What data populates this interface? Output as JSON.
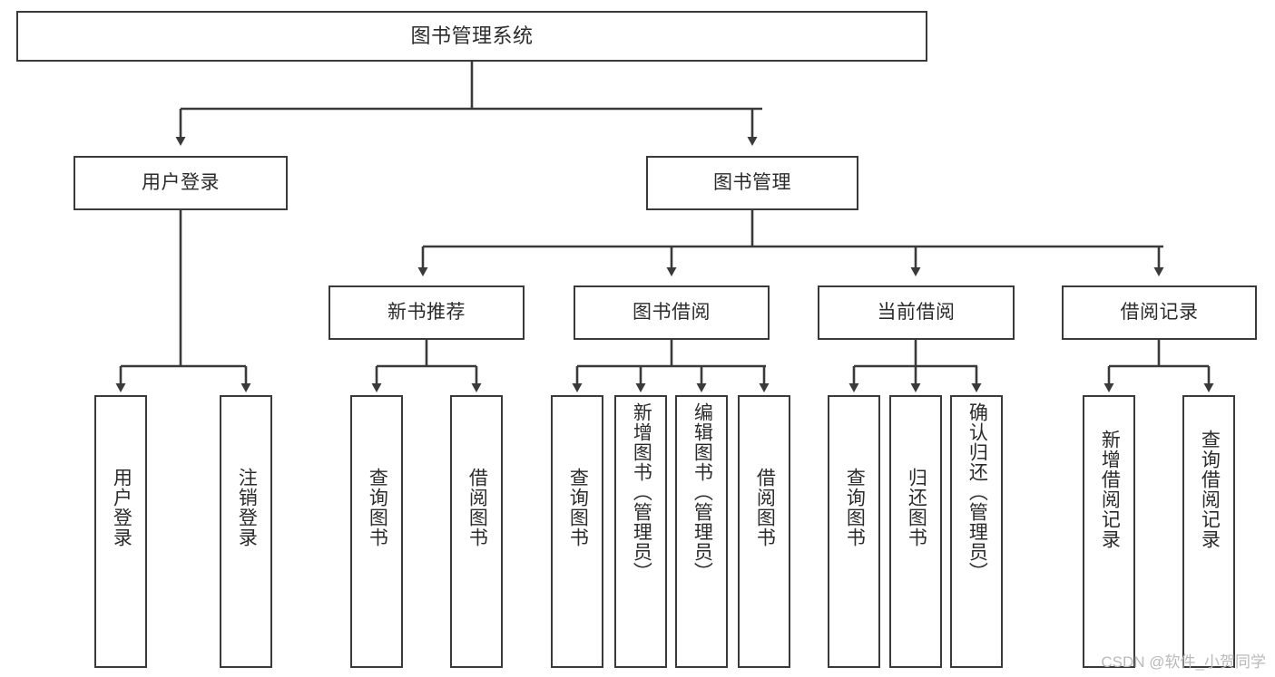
{
  "diagram": {
    "title": "图书管理系统",
    "watermark": "CSDN @软件_小贺同学",
    "colors": {
      "stroke": "#3a3a3a",
      "fill": "#ffffff",
      "text": "#2b2b2b",
      "watermark": "#b9b9b9"
    },
    "nodes": {
      "root": {
        "label": "图书管理系统"
      },
      "level2": [
        {
          "label": "用户登录"
        },
        {
          "label": "图书管理"
        }
      ],
      "level3": [
        {
          "label": "新书推荐"
        },
        {
          "label": "图书借阅"
        },
        {
          "label": "当前借阅"
        },
        {
          "label": "借阅记录"
        }
      ],
      "leaves": [
        {
          "label": "用户登录",
          "parent": "用户登录"
        },
        {
          "label": "注销登录",
          "parent": "用户登录"
        },
        {
          "label": "查询图书",
          "parent": "新书推荐"
        },
        {
          "label": "借阅图书",
          "parent": "新书推荐"
        },
        {
          "label": "查询图书",
          "parent": "图书借阅"
        },
        {
          "label": "新增图书（管理员）",
          "parent": "图书借阅"
        },
        {
          "label": "编辑图书（管理员）",
          "parent": "图书借阅"
        },
        {
          "label": "借阅图书",
          "parent": "图书借阅"
        },
        {
          "label": "查询图书",
          "parent": "当前借阅"
        },
        {
          "label": "归还图书",
          "parent": "当前借阅"
        },
        {
          "label": "确认归还（管理员）",
          "parent": "当前借阅"
        },
        {
          "label": "新增借阅记录",
          "parent": "借阅记录"
        },
        {
          "label": "查询借阅记录",
          "parent": "借阅记录"
        }
      ]
    }
  }
}
